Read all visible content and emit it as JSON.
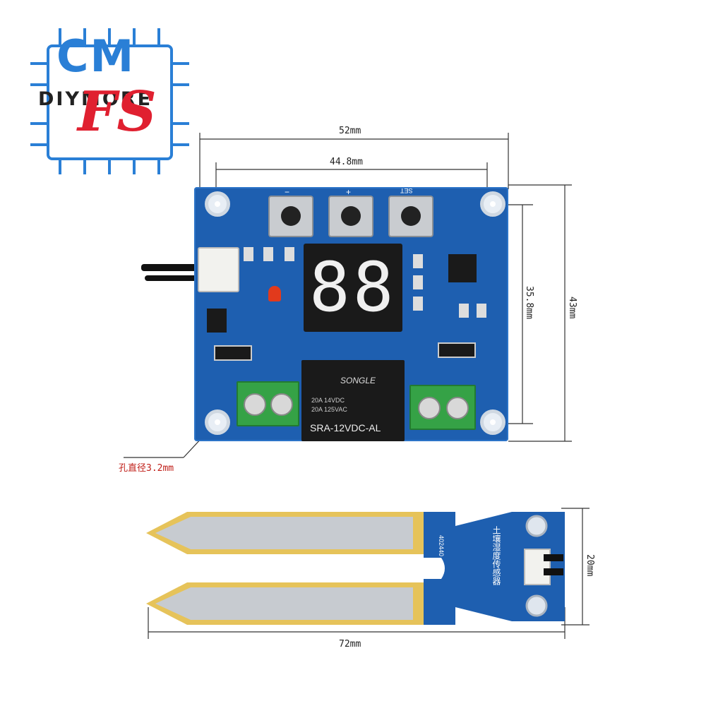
{
  "logo": {
    "top_letters": "CM",
    "brand": "DIYMORE",
    "mark": "FS",
    "colors": {
      "blue": "#2a7fd6",
      "red": "#e02030",
      "dark": "#222222"
    }
  },
  "board": {
    "color": "#1e5fb0",
    "buttons": [
      "−",
      "+",
      "SET"
    ],
    "display": "88",
    "relay": {
      "brand": "SONGLE",
      "rating_line1": "20A 14VDC",
      "rating_line2": "20A 125VAC",
      "model": "SRA-12VDC-AL"
    }
  },
  "dimensions": {
    "board_width": "52mm",
    "hole_spacing_x": "44.8mm",
    "hole_spacing_y": "35.8mm",
    "board_height": "43mm",
    "hole_diameter": "孔直径3.2mm",
    "probe_length": "72mm",
    "probe_width": "20mm"
  },
  "probe": {
    "label": "土壤湿度传感器",
    "code": "402440"
  }
}
